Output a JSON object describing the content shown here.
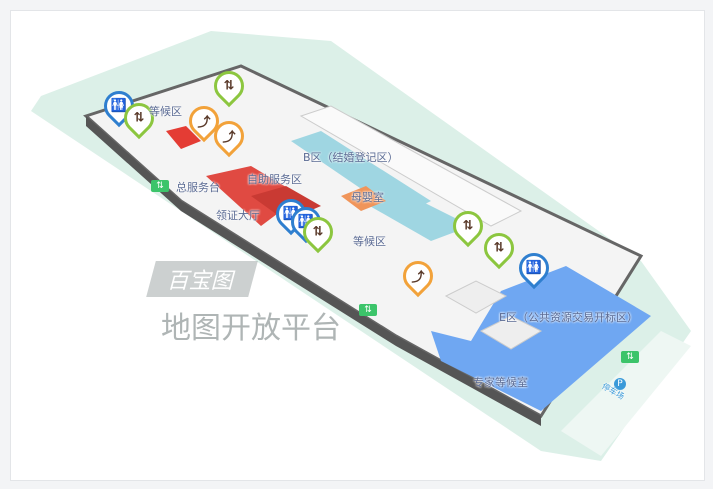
{
  "map": {
    "areas": [
      {
        "id": "waiting-area-1",
        "label": "等候区"
      },
      {
        "id": "main-service-desk",
        "label": "总服务台"
      },
      {
        "id": "self-service-area",
        "label": "自助服务区"
      },
      {
        "id": "zone-b",
        "label": "B区（结婚登记区）"
      },
      {
        "id": "mother-baby-room",
        "label": "母婴室"
      },
      {
        "id": "certificate-hall",
        "label": "领证大厅"
      },
      {
        "id": "waiting-area-2",
        "label": "等候区"
      },
      {
        "id": "zone-e",
        "label": "E区（公共资源交易开标区）"
      },
      {
        "id": "expert-waiting-room",
        "label": "专家等候室"
      },
      {
        "id": "parking",
        "label": "停车场"
      }
    ],
    "parking_icon": "P",
    "gate_icon": "⇅",
    "colors": {
      "service": "#e04a42",
      "zone_b": "#9fd6e2",
      "mother": "#f0955a",
      "zone_e": "#6fa7f2",
      "ground": "#d8efe6",
      "wall": "#5a5a5a"
    }
  },
  "watermark": {
    "brand": "百宝图",
    "platform": "地图开放平台"
  },
  "pins": {
    "restroom": "🚻",
    "elevator": "⇅",
    "escalator": "⤴"
  }
}
